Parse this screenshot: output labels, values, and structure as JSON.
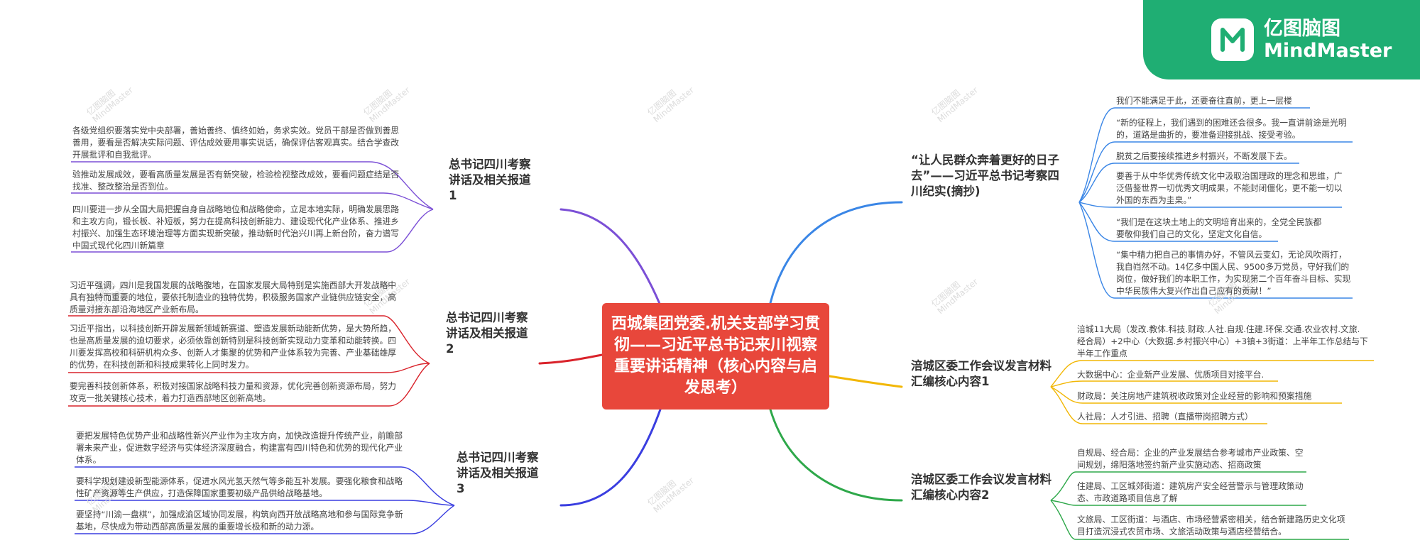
{
  "brand": {
    "name_cn": "亿图脑图",
    "name_en": "MindMaster",
    "icon": "mindmaster-logo-icon",
    "color": "#1fae73"
  },
  "central_topic": "西城集团党委.机关支部学习贯彻——习近平总书记来川视察重要讲话精神（核心内容与启发思考）",
  "colors": {
    "central": "#e8473b",
    "branch_purple": "#7b4fd6",
    "branch_red": "#d9232b",
    "branch_blue_left": "#3a3ee0",
    "branch_blue_right": "#3a86e6",
    "branch_yellow": "#f2b705",
    "branch_green": "#2ea84a"
  },
  "branches": [
    {
      "title": "总书记四川考察讲话及相关报道1",
      "leaves": [
        "各级党组织要落实党中央部署，善始善终、慎终如始，务求实效。党员干部是否做到善思善用，要看是否解决实际问题、评估成效要用事实说话，确保评估客观真实。结合学查改开展批评和自我批评。",
        "验推动发展成效，要看高质量发展是否有新突破，检验检视整改成效，要看问题症结是否找准、整改整治是否到位。",
        "四川要进一步从全国大局把握自身自战略地位和战略使命，立足本地实际，明确发展思路和主攻方向，锻长板、补短板，努力在提高科技创新能力、建设现代化产业体系、推进乡村振兴、加强生态环境治理等方面实现新突破，推动新时代治兴川再上新台阶，奋力谱写中国式现代化四川新篇章"
      ]
    },
    {
      "title": "总书记四川考察讲话及相关报道2",
      "leaves": [
        "习近平强调，四川是我国发展的战略腹地，在国家发展大局特别是实施西部大开发战略中具有独特而重要的地位，要依托制造业的独特优势，积极服务国家产业链供应链安全，高质量对接东部沿海地区产业新布局。",
        "习近平指出，以科技创新开辟发展新领域新赛道、塑造发展新动能新优势，是大势所趋，也是高质量发展的迫切要求，必须依靠创新特别是科技创新实现动力变革和动能转换。四川要发挥高校和科研机构众多、创新人才集聚的优势和产业体系较为完善、产业基础雄厚的优势，在科技创新和科技成果转化上同时发力。",
        "要完善科技创新体系，积极对接国家战略科技力量和资源，优化完善创新资源布局，努力攻克一批关键核心技术，着力打造西部地区创新高地。"
      ]
    },
    {
      "title": "总书记四川考察讲话及相关报道3",
      "leaves": [
        "要把发展特色优势产业和战略性新兴产业作为主攻方向，加快改造提升传统产业，前瞻部署未来产业，促进数字经济与实体经济深度融合，构建富有四川特色和优势的现代化产业体系。",
        "要科学规划建设新型能源体系，促进水风光氢天然气等多能互补发展。要强化粮食和战略性矿产资源等生产供应，打造保障国家重要初级产品供给战略基地。",
        "要坚持“川渝一盘棋”，加强成渝区域协同发展，构筑向西开放战略高地和参与国际竞争新基地，尽快成为带动西部高质量发展的重要增长极和新的动力源。"
      ]
    },
    {
      "title": "“让人民群众奔着更好的日子去”——习近平总书记考察四川纪实(摘抄)",
      "leaves": [
        "我们不能满足于此，还要奋往直前，更上一层楼",
        "“新的征程上，我们遇到的困难还会很多。我一直讲前途是光明的，道路是曲折的，要准备迎接挑战、接受考验。",
        "脱贫之后要接续推进乡村振兴，不断发展下去。",
        "要善于从中华优秀传统文化中汲取治国理政的理念和思维，广泛借鉴世界一切优秀文明成果，不能封闭僵化，更不能一切以外国的东西为圭臬。”",
        "“我们是在这块土地上的文明培育出来的，全党全民族都要敬仰我们自己的文化，坚定文化自信。",
        "“集中精力把自己的事情办好，不管风云变幻，无论风吹雨打，我自岿然不动。14亿多中国人民、9500多万党员，守好我们的岗位，做好我们的本职工作，为实现第二个百年奋斗目标、实现中华民族伟大复兴作出自己应有的贡献！”"
      ]
    },
    {
      "title": "涪城区委工作会议发言材料汇编核心内容1",
      "leaves": [
        "涪城11大局（发改.教体.科技.财政.人社.自规.住建.环保.交通.农业农村.文旅.经合局）+2中心（大数据.乡村振兴中心）+3镇+3街道：上半年工作总结与下半年工作重点",
        "大数据中心：企业新产业发展、优质项目对接平台.",
        "财政局：关注房地产建筑税收政策对企业经营的影响和预案措施",
        "人社局：人才引进、招聘（直播带岗招聘方式）"
      ]
    },
    {
      "title": "涪城区委工作会议发言材料汇编核心内容2",
      "leaves": [
        "自规局、经合局：企业的产业发展结合参考城市产业政策、空间规划，绵阳落地签约新产业实施动态、招商政策",
        "住建局、工区城郊街道：建筑房产安全经营警示与管理政策动态、市政道路项目信息了解",
        "文旅局、工区街道：与酒店、市场经营紧密相关，结合新建路历史文化项目打造沉浸式农贸市场、文旅活动政策与酒店经营结合。"
      ]
    }
  ]
}
